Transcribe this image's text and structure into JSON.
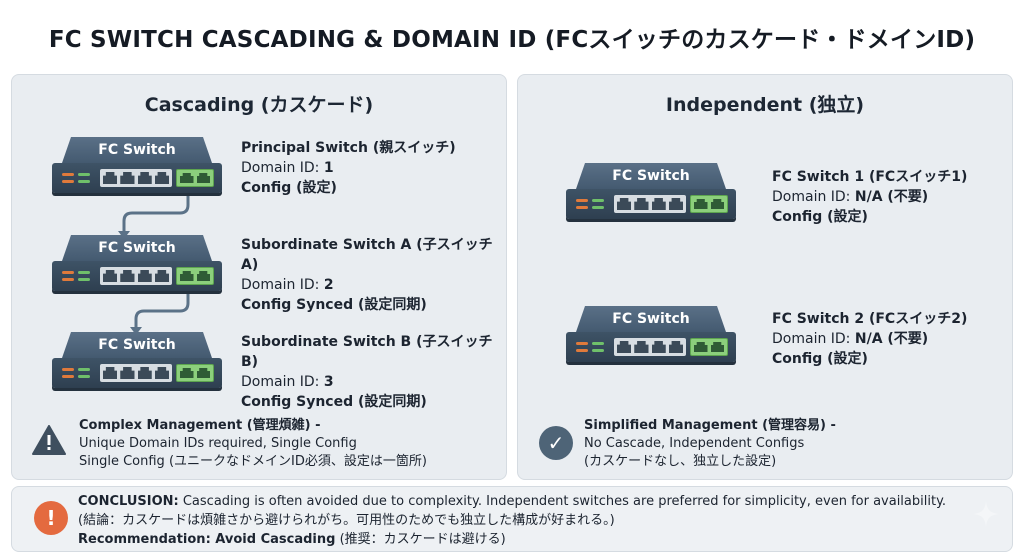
{
  "title": "FC SWITCH CASCADING & DOMAIN ID (FCスイッチのカスケード・ドメインID)",
  "cascading": {
    "title": "Cascading (カスケード)",
    "switches": [
      {
        "label": "FC Switch",
        "name": "Principal Switch (親スイッチ)",
        "domain_prefix": "Domain ID: ",
        "domain_value": "1",
        "config": "Config (設定)"
      },
      {
        "label": "FC Switch",
        "name": "Subordinate Switch A (子スイッチA)",
        "domain_prefix": "Domain ID: ",
        "domain_value": "2",
        "config": "Config Synced (設定同期)"
      },
      {
        "label": "FC Switch",
        "name": "Subordinate Switch B (子スイッチB)",
        "domain_prefix": "Domain ID: ",
        "domain_value": "3",
        "config": "Config Synced (設定同期)"
      }
    ],
    "note": {
      "head": "Complex Management (管理煩雑) -",
      "line1": "Unique Domain IDs required, Single Config",
      "line2": "Single Config (ユニークなドメインID必須、設定は一箇所)"
    }
  },
  "independent": {
    "title": "Independent (独立)",
    "switches": [
      {
        "label": "FC Switch",
        "name": "FC Switch 1 (FCスイッチ1)",
        "domain_prefix": "Domain ID: ",
        "domain_value": "N/A (不要)",
        "config": "Config (設定)"
      },
      {
        "label": "FC Switch",
        "name": "FC Switch 2 (FCスイッチ2)",
        "domain_prefix": "Domain ID: ",
        "domain_value": "N/A (不要)",
        "config": "Config (設定)"
      }
    ],
    "note": {
      "head": "Simplified Management (管理容易) -",
      "line1": "No Cascade, Independent Configs",
      "line2": "(カスケードなし、独立した設定)"
    }
  },
  "conclusion": {
    "label": "CONCLUSION:",
    "text": " Cascading is often avoided due to complexity. Independent switches are preferred for simplicity, even for availability.",
    "jp": "(結論：カスケードは煩雑さから避けられがち。可用性のためでも独立した構成が好まれる。)",
    "rec_label": "Recommendation: Avoid Cascading",
    "rec_jp": " (推奨：カスケードは避ける)"
  },
  "icons": {
    "warning": "warning-triangle-icon",
    "check": "check-circle-icon",
    "alert": "exclamation-circle-icon",
    "sparkle": "sparkle-icon"
  },
  "colors": {
    "switch_body": "#445a70",
    "panel_bg": "#e9edf1",
    "alert": "#e46a3f",
    "port_green": "#8ccf7c",
    "led_orange": "#e07a3b"
  }
}
